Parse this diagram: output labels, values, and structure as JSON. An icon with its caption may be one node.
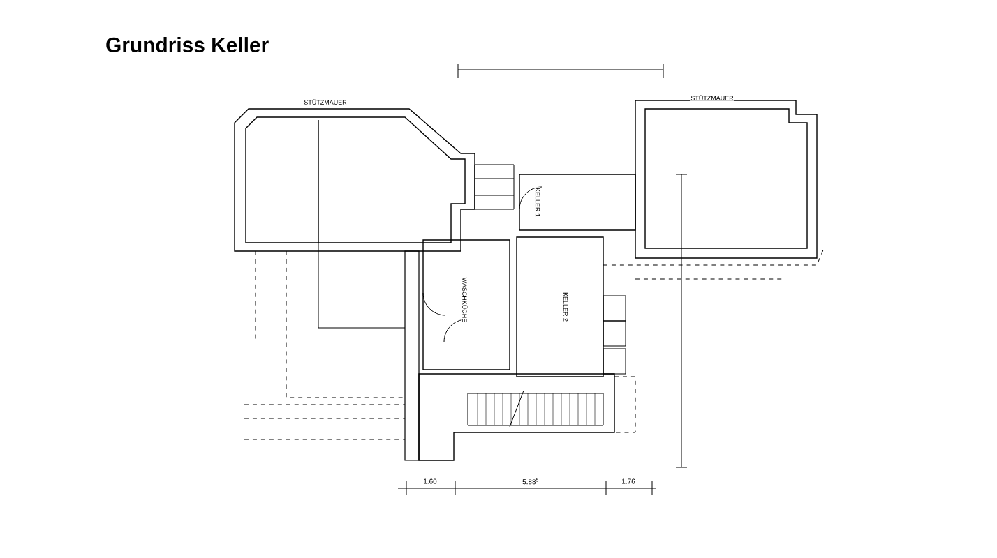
{
  "diagram": {
    "title": "Grundriss Keller",
    "labels": [
      "STÜTZMAUER",
      "STÜTZMAUER",
      "KELLER 1",
      "WASCHKÜCHE",
      "KELLER 2",
      "1.60",
      "5.88$^{5}$",
      "1.76"
    ]
  }
}
